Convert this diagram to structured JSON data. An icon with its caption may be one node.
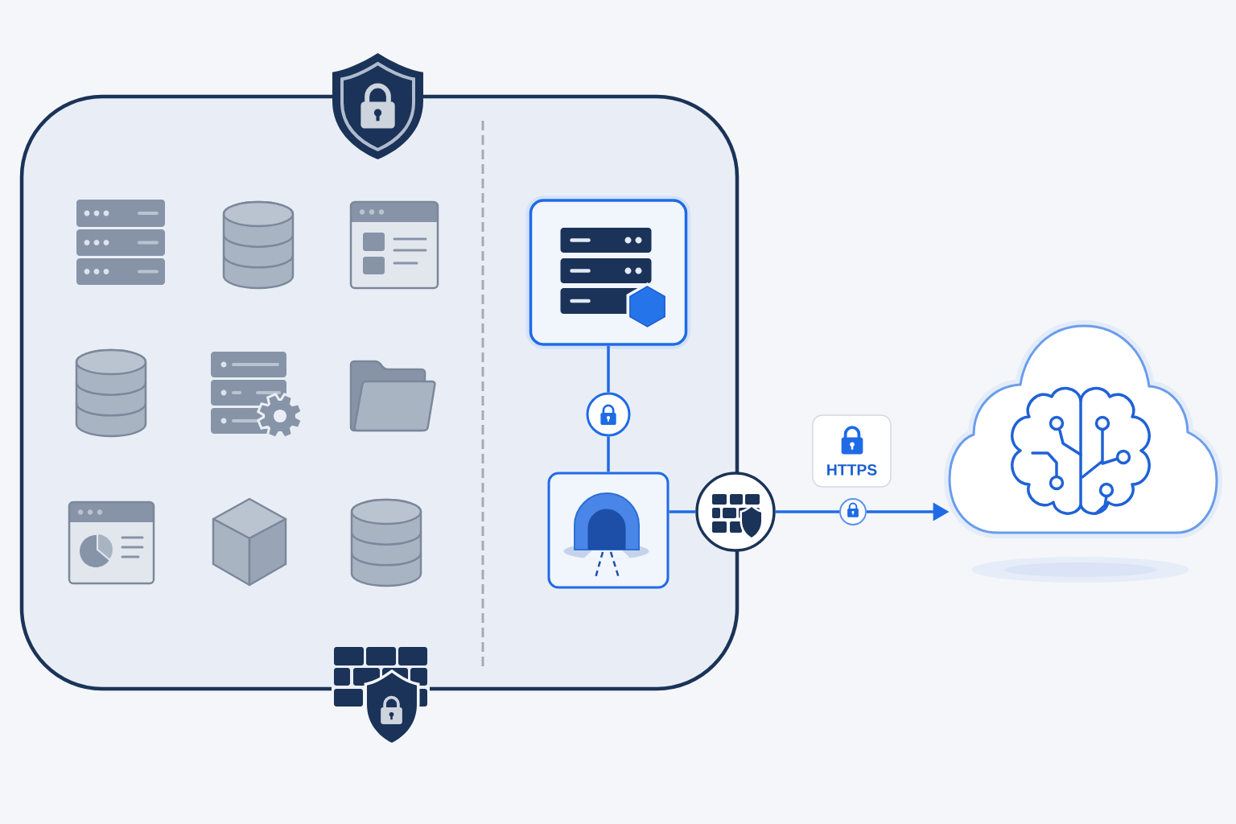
{
  "diagram": {
    "nodes": [
      {
        "text": [],
        "shape": "box"
      },
      {
        "text": [],
        "shape": "box",
        "in": 0
      },
      {
        "text": [],
        "shape": "circle",
        "in": 0
      },
      {
        "text": [],
        "shape": "box",
        "in": 0
      },
      {
        "text": [],
        "shape": "circle"
      },
      {
        "text": [
          "HTTPS"
        ]
      },
      {
        "text": [],
        "shape": "circle"
      },
      {
        "text": [],
        "shape": "cloud"
      }
    ],
    "edges": [
      {
        "from": 1,
        "to": 2,
        "arrow": "none"
      },
      {
        "from": 2,
        "to": 3,
        "arrow": "none"
      },
      {
        "from": 3,
        "to": 4,
        "arrow": "none"
      },
      {
        "from": 4,
        "to": 6,
        "arrow": "none"
      },
      {
        "from": 6,
        "to": 7,
        "arrow": "to"
      }
    ]
  }
}
